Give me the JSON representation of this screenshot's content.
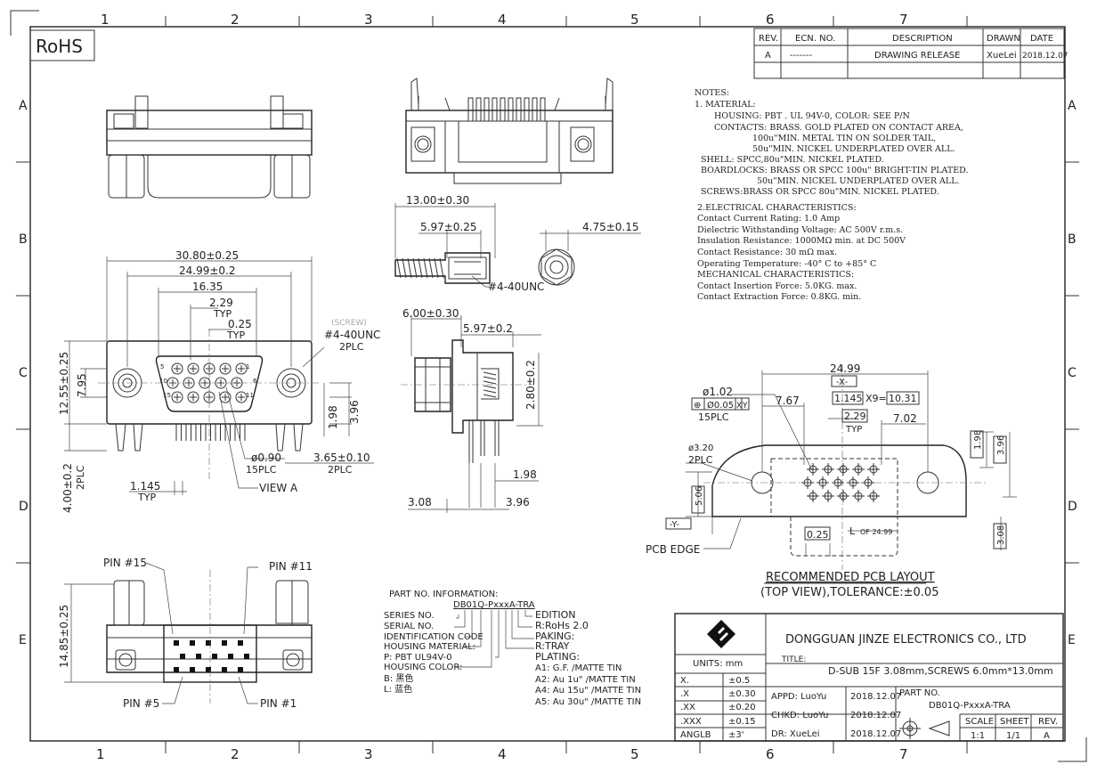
{
  "rohs": "RoHS",
  "grid": {
    "cols": [
      "1",
      "2",
      "3",
      "4",
      "5",
      "6",
      "7"
    ],
    "rows": [
      "A",
      "B",
      "C",
      "D",
      "E"
    ]
  },
  "revision": {
    "headers": [
      "REV.",
      "ECN. NO.",
      "DESCRIPTION",
      "DRAWN",
      "DATE"
    ],
    "row": [
      "A",
      "-------",
      "DRAWING RELEASE",
      "XueLei",
      "2018.12.07"
    ]
  },
  "notes": [
    "NOTES:",
    "1. MATERIAL:",
    "HOUSING: PBT . UL 94V-0, COLOR:  SEE P/N",
    "CONTACTS: BRASS.  GOLD  PLATED ON CONTACT AREA,",
    "100u\"MIN. METAL TIN ON SOLDER TAIL,",
    "50u\"MIN. NICKEL UNDERPLATED OVER ALL.",
    "SHELL: SPCC,80u\"MIN. NICKEL PLATED.",
    "BOARDLOCKS: BRASS OR SPCC 100u\" BRIGHT-TIN PLATED.",
    "50u\"MIN. NICKEL UNDERPLATED OVER ALL.",
    "SCREWS:BRASS OR SPCC  80u\"MIN. NICKEL PLATED.",
    "2.ELECTRICAL CHARACTERISTICS:",
    "Contact Current Rating:  1.0 Amp",
    "Dielectric Withstanding Voltage:  AC 500V r.m.s.",
    "Insulation Resistance:  1000MΩ  min. at DC 500V",
    "Contact Resistance:  30 mΩ  max.",
    "Operating Temperature:  -40° C to +85° C",
    "MECHANICAL CHARACTERISTICS:",
    "Contact Insertion Force:  5.0KG. max.",
    "Contact Extraction Force:  0.8KG. min."
  ],
  "dims": {
    "w3080": "30.80±0.25",
    "w2499": "24.99±0.2",
    "w1635": "16.35",
    "w229": "2.29",
    "typ": "TYP",
    "w025": "0.25",
    "screw": "(SCREW)",
    "unc": "#4-40UNC",
    "plc2": "2PLC",
    "h1255": "12.55±0.25",
    "h795": "7.95",
    "h198": "1.98",
    "h396": "3.96",
    "d090": "ø0.90",
    "plc15": "15PLC",
    "w365": "3.65±0.10",
    "h400": "4.00±0.2",
    "w1145": "1.145",
    "viewa": "VIEW A",
    "s1300": "13.00±0.30",
    "s597a": "5.97±0.25",
    "s475": "4.75±0.15",
    "s600": "6.00±0.30",
    "s597b": "5.97±0.2",
    "s280": "2.80±0.2",
    "s198": "1.98",
    "s308": "3.08",
    "s396": "3.96",
    "h1485": "14.85±0.25"
  },
  "pins": {
    "p15": "PIN #15",
    "p11": "PIN #11",
    "p5": "PIN #5",
    "p1": "PIN #1",
    "n5": "5",
    "n1": "1",
    "n10": "10",
    "n6": "6",
    "n15": "15",
    "n11": "11"
  },
  "pcb": {
    "w2499": "24.99",
    "datum_x": "-X-",
    "datum_y": "-Y-",
    "d102": "ø1.02",
    "tol_sym": "⊕",
    "tol_val": "Ø0.05",
    "tol_x": "X",
    "tol_y": "Y",
    "plc15": "15PLC",
    "w767": "7.67",
    "w1145": "1.145",
    "x9": "X9=",
    "w1031": "10.31",
    "w229": "2.29",
    "typ": "TYP",
    "w702": "7.02",
    "d320": "ø3.20",
    "plc2": "2PLC",
    "h198": "1.98",
    "h396": "3.96",
    "h506": "5.06",
    "h308": "3.08",
    "w025": "0.25",
    "l": "L",
    "of": "OF 24.99",
    "edge": "PCB EDGE",
    "title1": "RECOMMENDED PCB LAYOUT",
    "title2": "(TOP VIEW),TOLERANCE:±0.05"
  },
  "partinfo": {
    "heading": "PART NO. INFORMATION:",
    "code": "DB01Q-PxxxA-TRA",
    "left": [
      "SERIES NO.",
      "SERIAL NO.",
      "IDENTIFICATION CODE",
      "HOUSING MATERIAL:",
      "P: PBT UL94V-0",
      "HOUSING COLOR:",
      "B: 黑色",
      "L: 蓝色"
    ],
    "right": [
      "EDITION",
      "R:RoHs  2.0",
      "PAKING:",
      "R:TRAY",
      "PLATING:",
      "A1: G.F. /MATTE TIN",
      "A2: Au 1u\" /MATTE TIN",
      "A4: Au 15u\" /MATTE TIN",
      "A5: Au 30u\" /MATTE TIN"
    ]
  },
  "titleblock": {
    "company": "DONGGUAN  JINZE  ELECTRONICS  CO.,  LTD",
    "units": "UNITS:  mm",
    "tol": [
      [
        "X.",
        "±0.5"
      ],
      [
        ".X",
        "±0.30"
      ],
      [
        ".XX",
        "±0.20"
      ],
      [
        ".XXX",
        "±0.15"
      ],
      [
        "ANGLB",
        "±3'"
      ]
    ],
    "title_label": "TITLE:",
    "title": "D-SUB 15F 3.08mm,SCREWS 6.0mm*13.0mm",
    "appd": "APPD:  LuoYu",
    "appd_date": "2018.12.07",
    "chkd": "CHKD:  LuoYu",
    "chkd_date": "2018.12.07",
    "dr": "DR:     XueLei",
    "dr_date": "2018.12.07",
    "partno_label": "PART NO.",
    "partno": "DB01Q-PxxxA-TRA",
    "scale_h": "SCALE",
    "sheet_h": "SHEET",
    "rev_h": "REV.",
    "scale": "1:1",
    "sheet": "1/1",
    "rev": "A"
  }
}
